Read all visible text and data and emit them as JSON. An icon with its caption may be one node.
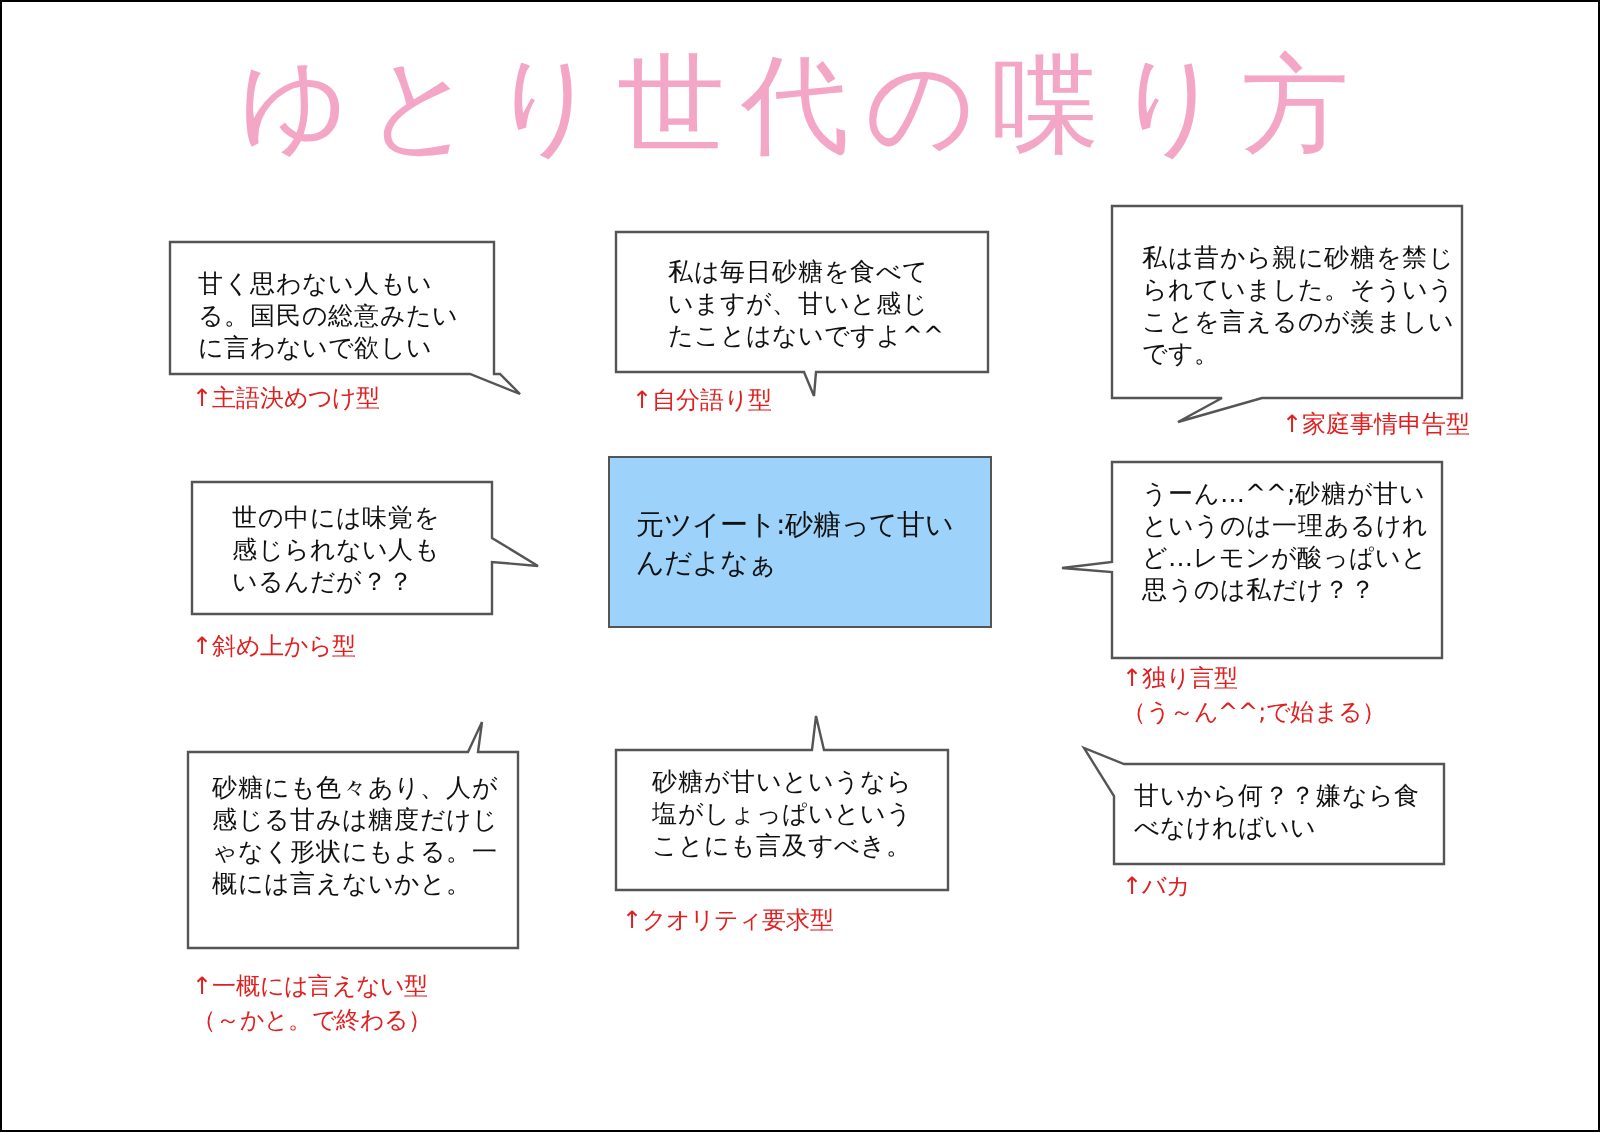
{
  "diagram": {
    "title": "ゆとり世代の喋り方",
    "nodes": [
      {
        "text": [
          "甘く思わない人もいる。国民の総意みたいに言わないで欲しい"
        ],
        "beside": [
          "↑主語決めつけ型"
        ]
      },
      {
        "text": [
          "私は毎日砂糖を食べていますが、甘いと感じたことはないですよ^^"
        ],
        "beside": [
          "↑自分語り型"
        ]
      },
      {
        "text": [
          "私は昔から親に砂糖を禁じられていました。そういうことを言えるのが羨ましいです。"
        ],
        "beside": [
          "↑家庭事情申告型"
        ]
      },
      {
        "text": [
          "世の中には味覚を感じられない人もいるんだが？？"
        ],
        "beside": [
          "↑斜め上から型"
        ]
      },
      {
        "text": [
          "元ツイート:砂糖って甘いんだよなぁ"
        ]
      },
      {
        "text": [
          "うーん…^^;砂糖が甘いというのは一理あるけれど…レモンが酸っぱいと思うのは私だけ？？"
        ],
        "beside": [
          "↑独り言型",
          "（う～ん^^;で始まる）"
        ]
      },
      {
        "text": [
          "砂糖にも色々あり、人が感じる甘みは糖度だけじゃなく形状にもよる。一概には言えないかと。"
        ],
        "beside": [
          "↑一概には言えない型",
          "（～かと。で終わる）"
        ]
      },
      {
        "text": [
          "砂糖が甘いというなら塩がしょっぱいということにも言及すべき。"
        ],
        "beside": [
          "↑クオリティ要求型"
        ]
      },
      {
        "text": [
          "甘いから何？？嫌なら食べなければいい"
        ],
        "beside": [
          "↑バカ"
        ]
      }
    ]
  }
}
